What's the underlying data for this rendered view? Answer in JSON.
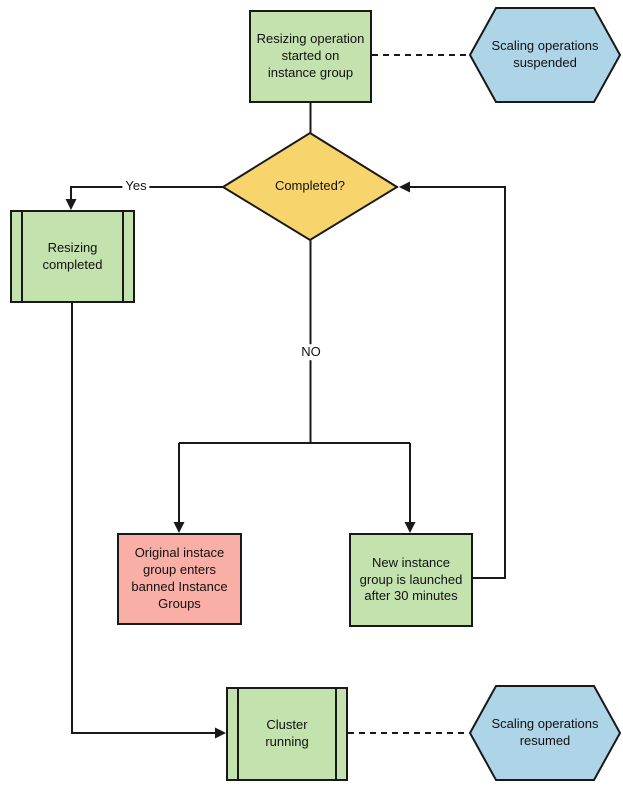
{
  "colors": {
    "process_green": "#c3e2ae",
    "terminal_blue": "#aed4e8",
    "decision_yellow": "#f7d46c",
    "warning_pink": "#f9aea6",
    "line_black": "#191919",
    "canvas_white": "#ffffff"
  },
  "nodes": {
    "start": {
      "label": "Resizing operation\nstarted on\ninstance group",
      "shape": "process-rectangle",
      "color": "#c3e2ae"
    },
    "suspended": {
      "label": "Scaling operations\nsuspended",
      "shape": "hexagon",
      "color": "#aed4e8"
    },
    "completed": {
      "label": "Completed?",
      "shape": "decision-diamond",
      "color": "#f7d46c"
    },
    "resizing_completed": {
      "label": "Resizing\ncompleted",
      "shape": "predefined-process",
      "color": "#c3e2ae"
    },
    "banned": {
      "label": "Original instace\ngroup enters\nbanned Instance\nGroups",
      "shape": "process-rectangle",
      "color": "#f9aea6"
    },
    "new_group": {
      "label": "New instance\ngroup is launched\nafter 30 minutes",
      "shape": "process-rectangle",
      "color": "#c3e2ae"
    },
    "cluster_running": {
      "label": "Cluster\nrunning",
      "shape": "predefined-process",
      "color": "#c3e2ae"
    },
    "resumed": {
      "label": "Scaling operations\nresumed",
      "shape": "hexagon",
      "color": "#aed4e8"
    }
  },
  "edge_labels": {
    "yes": "Yes",
    "no": "NO"
  },
  "edges": [
    {
      "from": "start",
      "to": "completed",
      "style": "solid"
    },
    {
      "from": "start",
      "to": "suspended",
      "style": "dashed"
    },
    {
      "from": "completed",
      "to": "resizing_completed",
      "label": "Yes",
      "style": "solid-arrow"
    },
    {
      "from": "completed",
      "to": "banned",
      "label": "NO",
      "style": "solid-arrow"
    },
    {
      "from": "completed",
      "to": "new_group",
      "label": "NO",
      "style": "solid-arrow"
    },
    {
      "from": "new_group",
      "to": "completed",
      "style": "solid-arrow"
    },
    {
      "from": "resizing_completed",
      "to": "cluster_running",
      "style": "solid-arrow"
    },
    {
      "from": "cluster_running",
      "to": "resumed",
      "style": "dashed"
    }
  ]
}
